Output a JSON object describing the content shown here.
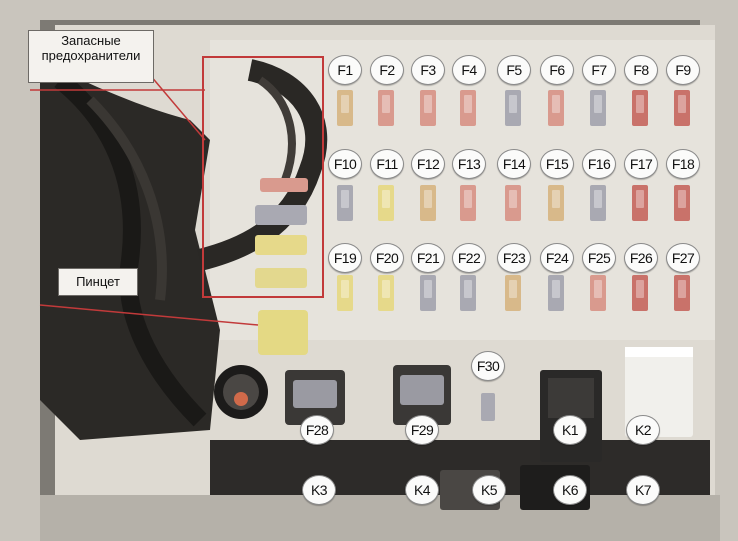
{
  "labels": {
    "spare_fuses": "Запасные предохранители",
    "tweezers": "Пинцет"
  },
  "fuse_badges": [
    "F1",
    "F2",
    "F3",
    "F4",
    "F5",
    "F6",
    "F7",
    "F8",
    "F9",
    "F10",
    "F11",
    "F12",
    "F13",
    "F14",
    "F15",
    "F16",
    "F17",
    "F18",
    "F19",
    "F20",
    "F21",
    "F22",
    "F23",
    "F24",
    "F25",
    "F26",
    "F27",
    "F28",
    "F29",
    "F30"
  ],
  "relay_badges": [
    "K1",
    "K2",
    "K3",
    "K4",
    "K5",
    "K6",
    "K7"
  ],
  "colors": {
    "panel": "#d9d5cc",
    "box_outline": "#c23a3a",
    "fuse_pink": "#d99a8e",
    "fuse_red": "#c9726a",
    "fuse_gray": "#a9a9b2",
    "fuse_yellow": "#e6d98a",
    "fuse_tan": "#d8b98a"
  }
}
